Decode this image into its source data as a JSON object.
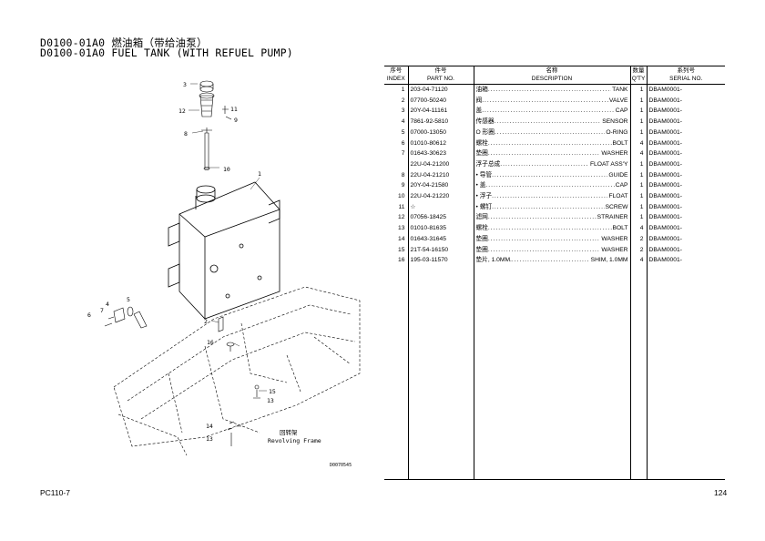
{
  "header": {
    "title_cn": "D0100-01A0 燃油箱（带给油泵）",
    "title_en": "D0100-01A0 FUEL TANK (WITH REFUEL PUMP)"
  },
  "table": {
    "headers": [
      {
        "cn": "序号",
        "en": "INDEX"
      },
      {
        "cn": "件号",
        "en": "PART NO."
      },
      {
        "cn": "名称",
        "en": "DESCRIPTION"
      },
      {
        "cn": "数量",
        "en": "Q'TY"
      },
      {
        "cn": "系列号",
        "en": "SERIAL NO."
      }
    ],
    "rows": [
      {
        "index": "1",
        "part": "203-04-71120",
        "desc_cn": "油箱",
        "desc_en": "TANK",
        "qty": "1",
        "serial": "DBAM0001-"
      },
      {
        "index": "2",
        "part": "07700-50240",
        "desc_cn": "阀",
        "desc_en": "VALVE",
        "qty": "1",
        "serial": "DBAM0001-"
      },
      {
        "index": "3",
        "part": "20Y-04-11161",
        "desc_cn": "盖",
        "desc_en": "CAP",
        "qty": "1",
        "serial": "DBAM0001-"
      },
      {
        "index": "4",
        "part": "7861-92-5810",
        "desc_cn": "传感器",
        "desc_en": "SENSOR",
        "qty": "1",
        "serial": "DBAM0001-"
      },
      {
        "index": "5",
        "part": "07000-13050",
        "desc_cn": "O 形圈",
        "desc_en": "O-RING",
        "qty": "1",
        "serial": "DBAM0001-"
      },
      {
        "index": "6",
        "part": "01010-80612",
        "desc_cn": "螺栓",
        "desc_en": "BOLT",
        "qty": "4",
        "serial": "DBAM0001-"
      },
      {
        "index": "7",
        "part": "01643-30623",
        "desc_cn": "垫圈",
        "desc_en": "WASHER",
        "qty": "4",
        "serial": "DBAM0001-"
      },
      {
        "index": "",
        "part": "22U-04-21200",
        "desc_cn": "浮子总成",
        "desc_en": "FLOAT ASS'Y",
        "qty": "1",
        "serial": "DBAM0001-"
      },
      {
        "index": "8",
        "part": "22U-04-21210",
        "desc_cn": "• 导管",
        "desc_en": "GUIDE",
        "qty": "1",
        "serial": "DBAM0001-"
      },
      {
        "index": "9",
        "part": "20Y-04-21580",
        "desc_cn": "• 盖",
        "desc_en": "CAP",
        "qty": "1",
        "serial": "DBAM0001-"
      },
      {
        "index": "10",
        "part": "22U-04-21220",
        "desc_cn": "• 浮子",
        "desc_en": "FLOAT",
        "qty": "1",
        "serial": "DBAM0001-"
      },
      {
        "index": "11",
        "part": "☆",
        "desc_cn": "• 螺钉",
        "desc_en": "SCREW",
        "qty": "1",
        "serial": "DBAM0001-"
      },
      {
        "index": "12",
        "part": "07056-18425",
        "desc_cn": "滤网",
        "desc_en": "STRAINER",
        "qty": "1",
        "serial": "DBAM0001-"
      },
      {
        "index": "13",
        "part": "01010-81635",
        "desc_cn": "螺栓",
        "desc_en": "BOLT",
        "qty": "4",
        "serial": "DBAM0001-"
      },
      {
        "index": "14",
        "part": "01643-31645",
        "desc_cn": "垫圈",
        "desc_en": "WASHER",
        "qty": "2",
        "serial": "DBAM0001-"
      },
      {
        "index": "15",
        "part": "21T-54-16150",
        "desc_cn": "垫圈",
        "desc_en": "WASHER",
        "qty": "2",
        "serial": "DBAM0001-"
      },
      {
        "index": "16",
        "part": "195-03-11570",
        "desc_cn": "垫片, 1.0MM.",
        "desc_en": "SHIM, 1.0MM",
        "qty": "4",
        "serial": "DBAM0001-"
      }
    ]
  },
  "diagram": {
    "callouts": [
      "1",
      "2",
      "3",
      "4",
      "5",
      "6",
      "7",
      "8",
      "9",
      "10",
      "11",
      "12",
      "13",
      "14",
      "15",
      "16"
    ],
    "frame_label_cn": "回转架",
    "frame_label_en": "Revolving Frame",
    "drawing_code": "D0070545"
  },
  "footer": {
    "model": "PC110-7",
    "page": "124"
  }
}
